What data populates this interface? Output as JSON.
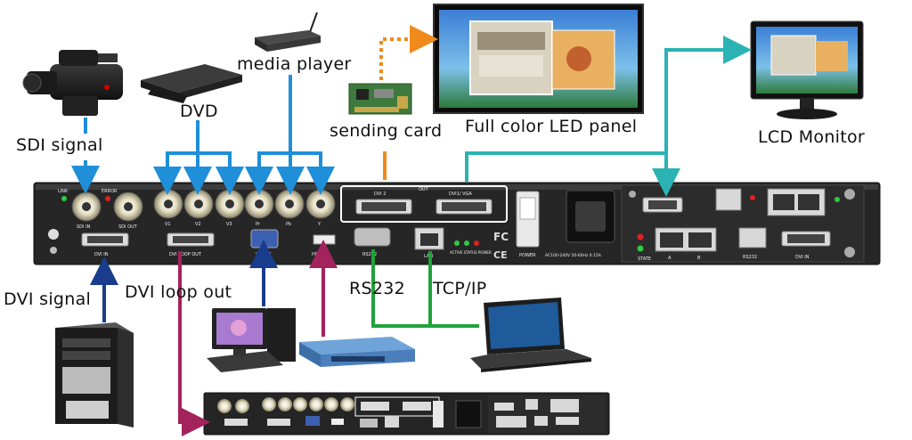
{
  "labels": {
    "sdi_signal": "SDI signal",
    "dvd": "DVD",
    "media_player": "media player",
    "sending_card": "sending card",
    "led_panel": "Full color LED panel",
    "lcd_monitor": "LCD Monitor",
    "dvi_signal": "DVI signal",
    "dvi_loop_out": "DVI loop out",
    "rs232": "RS232",
    "tcp_ip": "TCP/IP"
  },
  "panel_text": {
    "link": "LINK",
    "error": "ERROR",
    "sdi_in": "SDI IN",
    "sdi_out": "SDI OUT",
    "v1": "V1",
    "v2": "V2",
    "v3": "V3",
    "pr": "Pr",
    "pb": "Pb",
    "y": "Y",
    "dvi2": "DVI 2",
    "dvi1_vga": "DVI1/ VGA",
    "out": "OUT",
    "dvi_in": "DVI IN",
    "dvi_loop_out": "DVI LOOP OUT",
    "vga_in": "VGA IN",
    "hdmi_in": "HDMI IN",
    "rs232": "RS232",
    "lan": "LAN",
    "active": "ACTIVE STATUS POWER",
    "power": "POWER",
    "ac": "AC100-240V 50-60Hz 0.15A",
    "state": "STATE",
    "port_a": "A",
    "port_b": "B",
    "rs232_r": "RS232",
    "dvi_in_r": "DVI IN"
  },
  "colors": {
    "blue_arrow": "#1e8fd8",
    "navy_arrow": "#1a3c8c",
    "teal_arrow": "#2bb3b3",
    "orange_arrow": "#f08a1c",
    "magenta_arrow": "#a3235c",
    "green_line": "#1fa33a",
    "panel": "#222222"
  }
}
